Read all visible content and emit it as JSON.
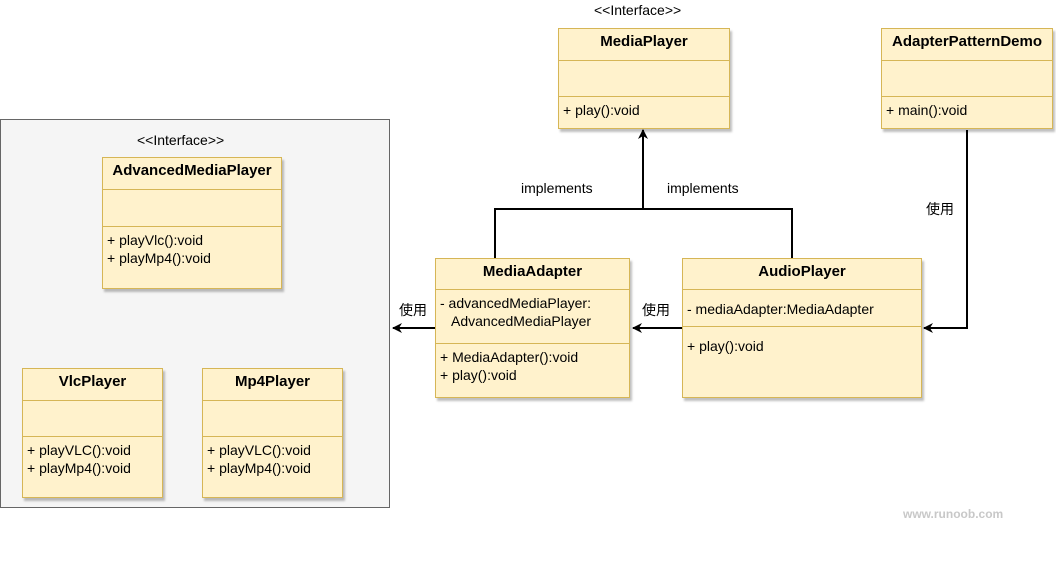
{
  "stereotypes": {
    "media_player": "<<Interface>>",
    "advanced_media_player": "<<Interface>>"
  },
  "classes": {
    "media_player": {
      "name": "MediaPlayer",
      "attributes": [],
      "operations": [
        "+ play():void"
      ]
    },
    "adapter_pattern_demo": {
      "name": "AdapterPatternDemo",
      "attributes": [],
      "operations": [
        "+ main():void"
      ]
    },
    "advanced_media_player": {
      "name": "AdvancedMediaPlayer",
      "attributes": [],
      "operations": [
        "+ playVlc():void",
        "+ playMp4():void"
      ]
    },
    "vlc_player": {
      "name": "VlcPlayer",
      "attributes": [],
      "operations": [
        "+ playVLC():void",
        "+ playMp4():void"
      ]
    },
    "mp4_player": {
      "name": "Mp4Player",
      "attributes": [],
      "operations": [
        "+ playVLC():void",
        "+ playMp4():void"
      ]
    },
    "media_adapter": {
      "name": "MediaAdapter",
      "attributes": [
        "- advancedMediaPlayer:",
        "AdvancedMediaPlayer"
      ],
      "operations": [
        "+ MediaAdapter():void",
        "+ play():void"
      ]
    },
    "audio_player": {
      "name": "AudioPlayer",
      "attributes": [
        "- mediaAdapter:MediaAdapter"
      ],
      "operations": [
        "+ play():void"
      ]
    }
  },
  "edge_labels": {
    "implements_left": "implements",
    "implements_right": "implements",
    "uses_demo_audio": "使用",
    "uses_audio_adapter": "使用",
    "uses_adapter_group": "使用"
  },
  "watermark": "www.runoob.com",
  "colors": {
    "class_fill": "#fff2cc",
    "class_border": "#d6b656",
    "group_fill": "#f5f5f5",
    "group_border": "#666666",
    "edge": "#000000"
  }
}
